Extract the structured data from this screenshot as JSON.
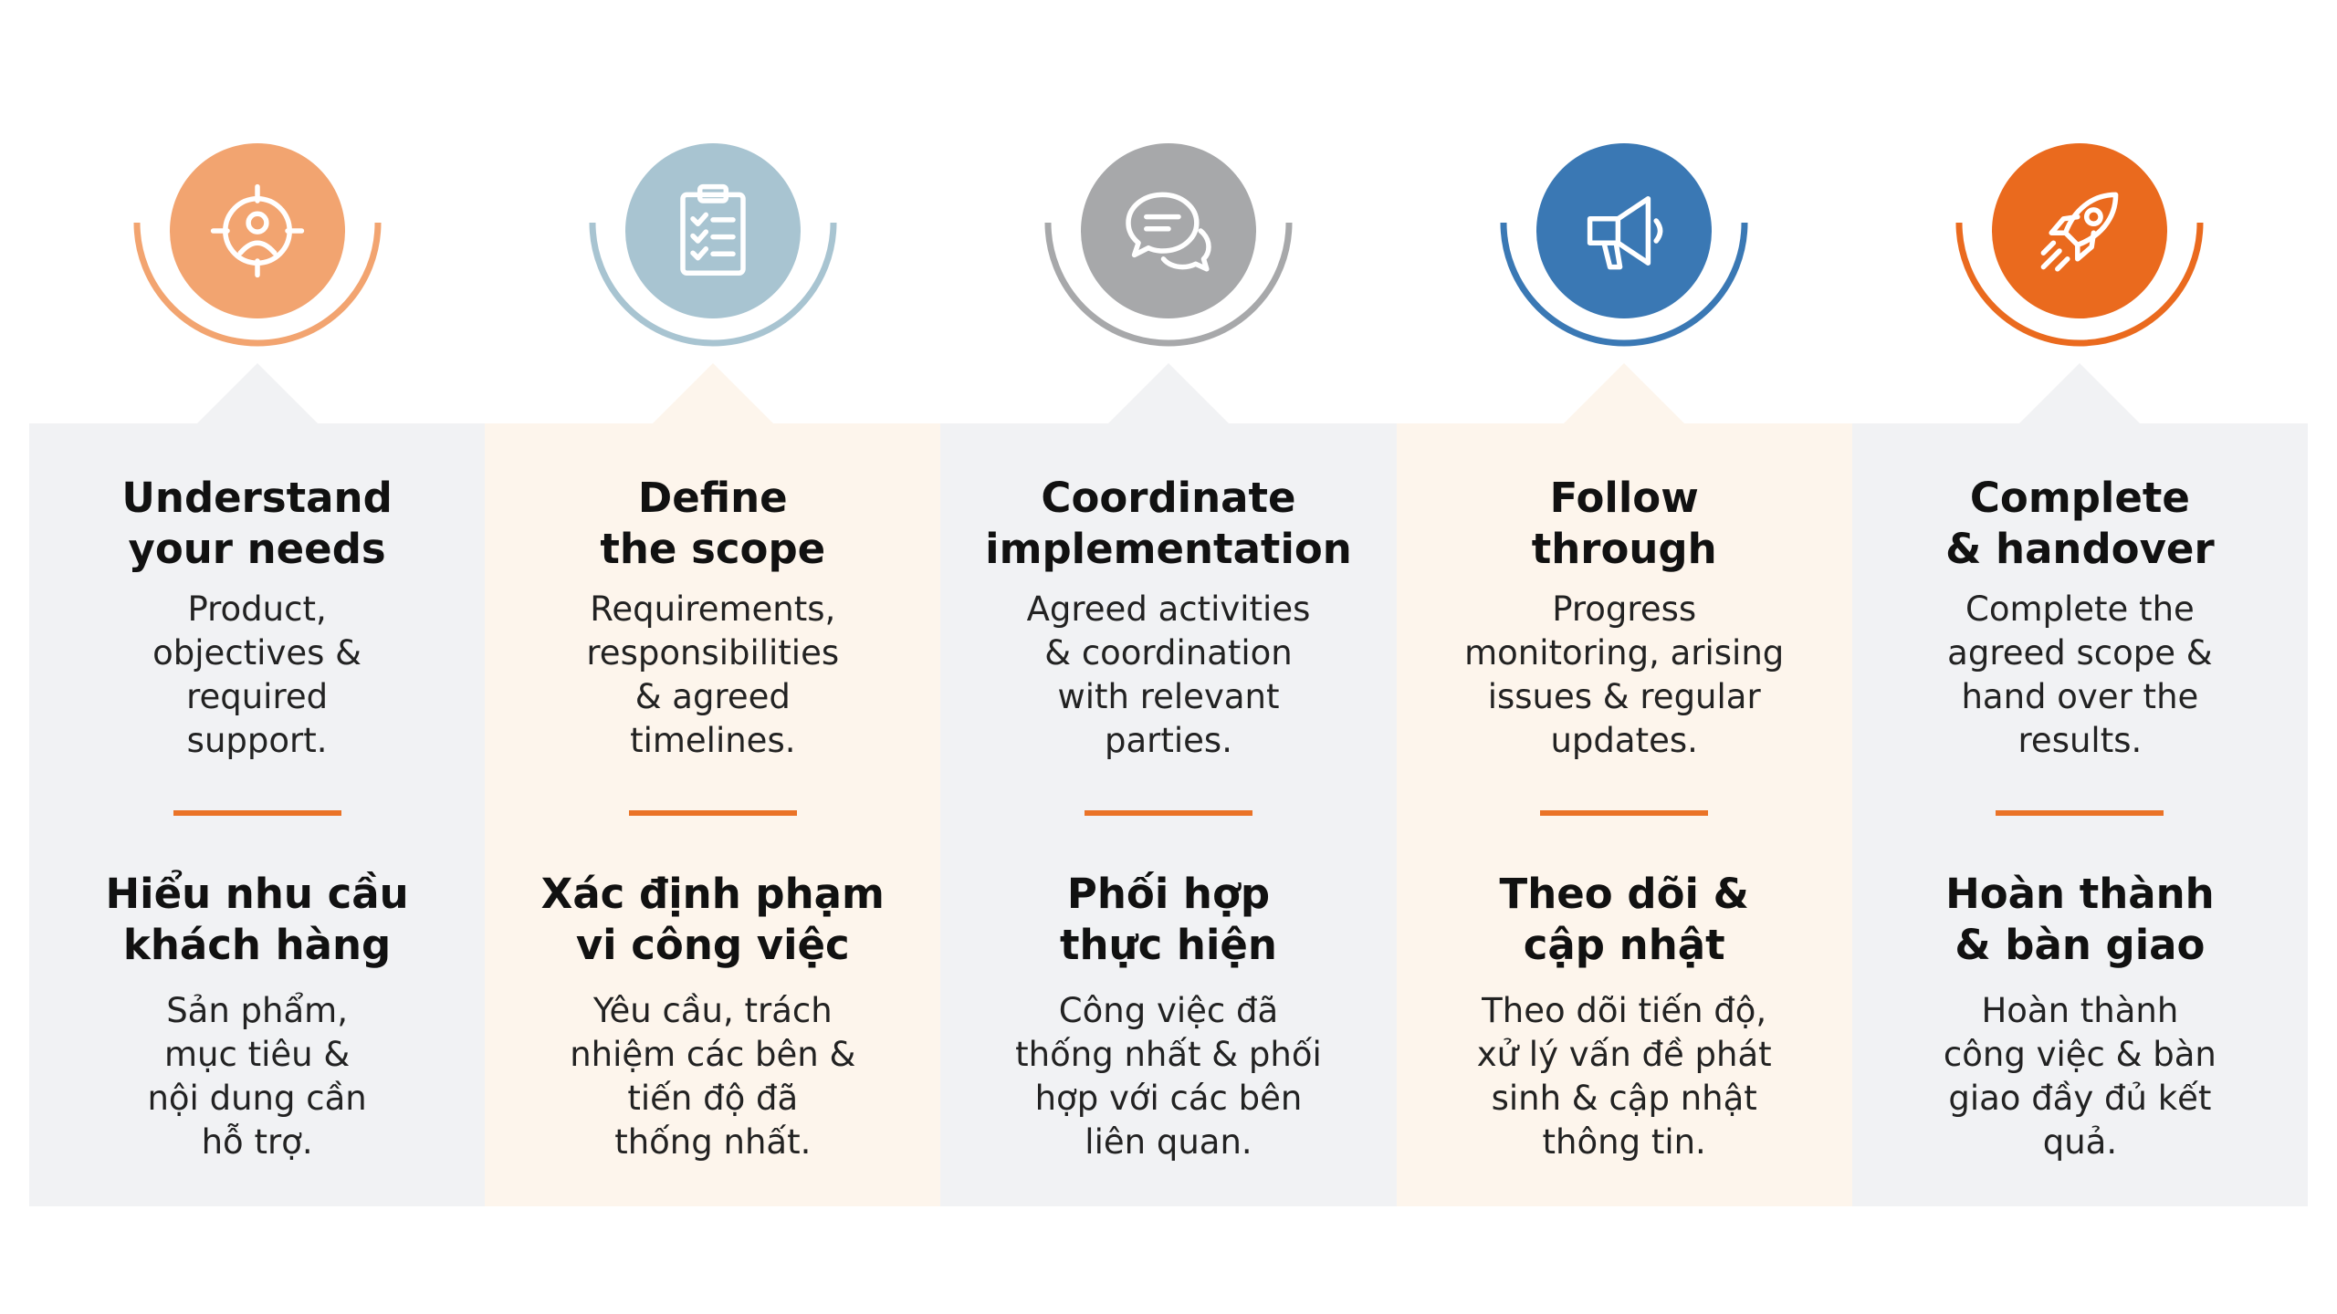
{
  "colors": {
    "panel_gray": "#f1f2f4",
    "panel_cream": "#fdf5ec",
    "divider": "#ea7327"
  },
  "steps": [
    {
      "icon": "target-user-icon",
      "color": "#f2a470",
      "panel": "gray",
      "title_en": [
        "Understand",
        "your needs"
      ],
      "desc_en": [
        "Product,",
        "objectives &",
        "required",
        "support."
      ],
      "title_vi": [
        "Hiểu nhu cầu",
        "khách hàng"
      ],
      "desc_vi": [
        "Sản phẩm,",
        "mục tiêu &",
        "nội dung cần",
        "hỗ trợ."
      ]
    },
    {
      "icon": "clipboard-checklist-icon",
      "color": "#a8c4d1",
      "panel": "cream",
      "title_en": [
        "Define",
        "the scope"
      ],
      "desc_en": [
        "Requirements,",
        "responsibilities",
        "& agreed",
        "timelines."
      ],
      "title_vi": [
        "Xác định phạm",
        "vi công việc"
      ],
      "desc_vi": [
        "Yêu cầu, trách",
        "nhiệm các bên &",
        "tiến độ đã",
        "thống nhất."
      ]
    },
    {
      "icon": "chat-bubbles-icon",
      "color": "#a7a8aa",
      "panel": "gray",
      "title_en": [
        "Coordinate",
        "implementation"
      ],
      "desc_en": [
        "Agreed activities",
        "& coordination",
        "with relevant",
        "parties."
      ],
      "title_vi": [
        "Phối hợp",
        "thực hiện"
      ],
      "desc_vi": [
        "Công việc đã",
        "thống nhất & phối",
        "hợp với các bên",
        "liên quan."
      ]
    },
    {
      "icon": "megaphone-icon",
      "color": "#3a78b4",
      "panel": "cream",
      "title_en": [
        "Follow",
        "through"
      ],
      "desc_en": [
        "Progress",
        "monitoring, arising",
        "issues & regular",
        "updates."
      ],
      "title_vi": [
        "Theo dõi &",
        "cập nhật"
      ],
      "desc_vi": [
        "Theo dõi tiến độ,",
        "xử lý vấn đề phát",
        "sinh & cập nhật",
        "thông tin."
      ]
    },
    {
      "icon": "rocket-icon",
      "color": "#ea6a1e",
      "panel": "gray",
      "title_en": [
        "Complete",
        "& handover"
      ],
      "desc_en": [
        "Complete the",
        "agreed scope &",
        "hand over the",
        "results."
      ],
      "title_vi": [
        "Hoàn thành",
        "& bàn giao"
      ],
      "desc_vi": [
        "Hoàn thành",
        "công việc & bàn",
        "giao đầy đủ kết",
        "quả."
      ]
    }
  ]
}
